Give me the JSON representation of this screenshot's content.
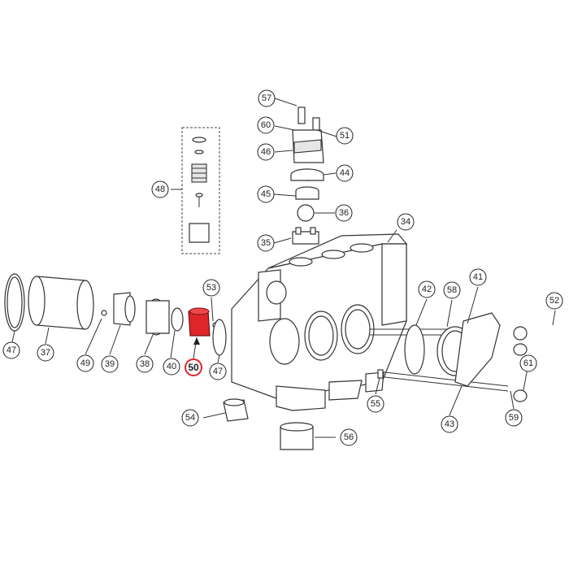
{
  "diagram": {
    "highlight_color": "#e0262a",
    "highlighted_part": "50",
    "callouts": [
      {
        "id": "57",
        "label": "57"
      },
      {
        "id": "60",
        "label": "60"
      },
      {
        "id": "51",
        "label": "51"
      },
      {
        "id": "46",
        "label": "46"
      },
      {
        "id": "44",
        "label": "44"
      },
      {
        "id": "45",
        "label": "45"
      },
      {
        "id": "36",
        "label": "36"
      },
      {
        "id": "48",
        "label": "48"
      },
      {
        "id": "35",
        "label": "35"
      },
      {
        "id": "34",
        "label": "34"
      },
      {
        "id": "53",
        "label": "53"
      },
      {
        "id": "42",
        "label": "42"
      },
      {
        "id": "58",
        "label": "58"
      },
      {
        "id": "41",
        "label": "41"
      },
      {
        "id": "52",
        "label": "52"
      },
      {
        "id": "47a",
        "label": "47"
      },
      {
        "id": "37",
        "label": "37"
      },
      {
        "id": "49",
        "label": "49"
      },
      {
        "id": "39",
        "label": "39"
      },
      {
        "id": "38",
        "label": "38"
      },
      {
        "id": "40",
        "label": "40"
      },
      {
        "id": "50",
        "label": "50"
      },
      {
        "id": "47b",
        "label": "47"
      },
      {
        "id": "61",
        "label": "61"
      },
      {
        "id": "55",
        "label": "55"
      },
      {
        "id": "43",
        "label": "43"
      },
      {
        "id": "59",
        "label": "59"
      },
      {
        "id": "54",
        "label": "54"
      },
      {
        "id": "56",
        "label": "56"
      }
    ]
  }
}
